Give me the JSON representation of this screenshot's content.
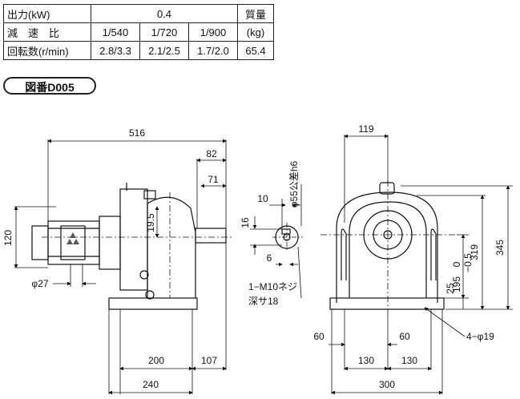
{
  "spec_table": {
    "rows": [
      {
        "label": "出力(kW)",
        "cells": [
          "0.4"
        ],
        "unit": "質量"
      },
      {
        "label": "減　速　比",
        "cells": [
          "1/540",
          "1/720",
          "1/900"
        ],
        "unit": "(kg)"
      },
      {
        "label": "回転数(r/min)",
        "cells": [
          "2.8/3.3",
          "2.1/2.5",
          "1.7/2.0"
        ],
        "unit": "65.4"
      }
    ]
  },
  "drawing_number": "図番D005",
  "dimensions": {
    "overall_length": "516",
    "d82": "82",
    "d71": "71",
    "d19_5": "19.5",
    "d120": "120",
    "phi27": "φ27",
    "d200": "200",
    "d107": "107",
    "d240": "240",
    "d10": "10",
    "d16": "16",
    "d6": "6",
    "shaft": "φ55公差h6",
    "tap1": "1−M10ネジ",
    "tap2": "深サ18",
    "d119": "119",
    "d345": "345",
    "d319": "319",
    "tol": "0\n−0.5",
    "tol_top": "0",
    "tol_bot": "−0.5",
    "d25": "25",
    "d195": "195",
    "d60a": "60",
    "d60b": "60",
    "holes": "4−φ19",
    "d130a": "130",
    "d130b": "130",
    "d300": "300"
  }
}
